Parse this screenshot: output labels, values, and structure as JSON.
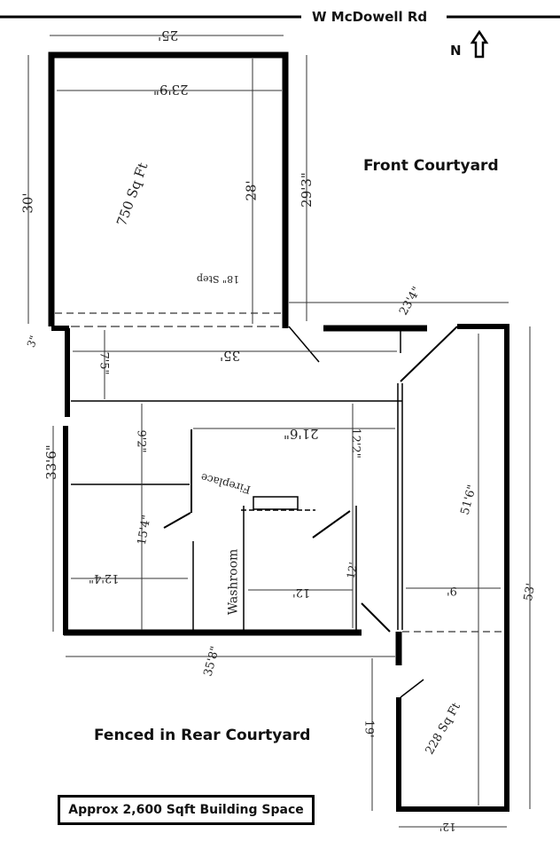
{
  "road": {
    "name": "W McDowell Rd"
  },
  "compass": {
    "label": "N",
    "icon": "north-arrow-icon"
  },
  "areas": {
    "front_courtyard": "Front Courtyard",
    "rear_courtyard": "Fenced in Rear Courtyard"
  },
  "summary": {
    "total": "Approx 2,600 Sqft Building Space"
  },
  "rooms": {
    "front_room": {
      "area": "750 Sq Ft"
    },
    "side_room": {
      "area": "228 Sq Ft"
    },
    "washroom": {
      "label": "Washroom"
    },
    "fireplace": {
      "label": "Fireplace"
    },
    "step": {
      "label": "18\" Step"
    }
  },
  "dimensions": {
    "top_width": "25'",
    "inner_width": "23'9\"",
    "left_height": "30'",
    "inner_height": "28'",
    "right_height": "29'3\"",
    "small_offset": "3\"",
    "hall_width": "35'",
    "hall_depth": "7'5\"",
    "front_gap": "23'4\"",
    "rear_left_height": "33'6\"",
    "room_a_depth": "9'2\"",
    "room_b_depth": "15'4\"",
    "main_width": "21'6\"",
    "right_room_depth": "12'2\"",
    "left_room_width": "12'4\"",
    "right_room_width": "12'",
    "right_room_height": "12'",
    "rear_width": "35'8\"",
    "side_corridor_width": "9'",
    "side_inner_height": "51'6\"",
    "side_outer_height": "53'",
    "rear_side_height": "19'",
    "side_bottom_width": "12'"
  }
}
